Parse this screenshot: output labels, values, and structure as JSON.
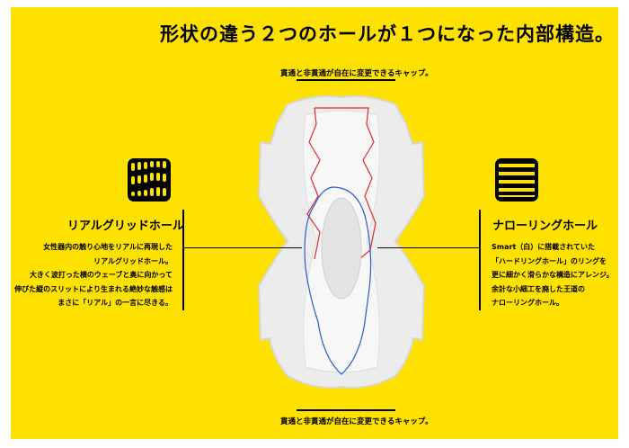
{
  "title": "形状の違う２つのホールが１つになった内部構造。",
  "cap_top": "貫通と非貫通が自在に変更できるキャップ。",
  "cap_bottom": "貫通と非貫通が自在に変更できるキャップ。",
  "left": {
    "icon": "wave-grid-icon",
    "heading": "リアルグリッドホール",
    "lines": [
      "女性器内の触り心地をリアルに再現した",
      "リアルグリッドホール。",
      "大きく波打った横のウェーブと奥に向かって",
      "伸びた縦のスリットにより生まれる絶妙な触感は",
      "まさに「リアル」の一言に尽きる。"
    ]
  },
  "right": {
    "icon": "horizontal-rings-icon",
    "heading": "ナローリングホール",
    "lines": [
      "Smart（白）に搭載されていた",
      "「ハードリングホール」のリングを",
      "更に細かく滑らかな構造にアレンジ。",
      "余計な小細工を廃した王道の",
      "ナローリングホール。"
    ]
  },
  "colors": {
    "background": "#ffe100",
    "red_outline": "#e8262a",
    "blue_outline": "#2a5bd7"
  }
}
